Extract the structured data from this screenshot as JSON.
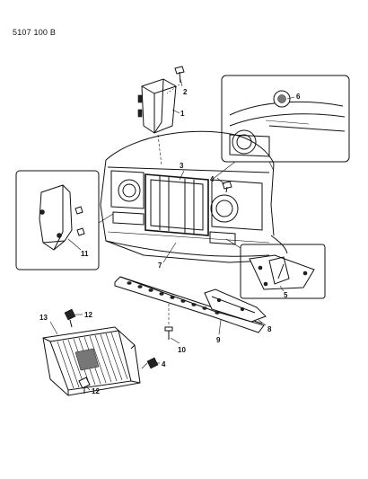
{
  "figure": {
    "document_code": "5107 100  B",
    "callouts": [
      {
        "id": "c1",
        "label": "1"
      },
      {
        "id": "c2",
        "label": "2"
      },
      {
        "id": "c3",
        "label": "3"
      },
      {
        "id": "c4a",
        "label": "4"
      },
      {
        "id": "c4b",
        "label": "4"
      },
      {
        "id": "c5",
        "label": "5"
      },
      {
        "id": "c6",
        "label": "6"
      },
      {
        "id": "c7",
        "label": "7"
      },
      {
        "id": "c8",
        "label": "8"
      },
      {
        "id": "c9",
        "label": "9"
      },
      {
        "id": "c10",
        "label": "10"
      },
      {
        "id": "c11",
        "label": "11"
      },
      {
        "id": "c12a",
        "label": "12"
      },
      {
        "id": "c12b",
        "label": "12"
      },
      {
        "id": "c13",
        "label": "13"
      }
    ]
  }
}
